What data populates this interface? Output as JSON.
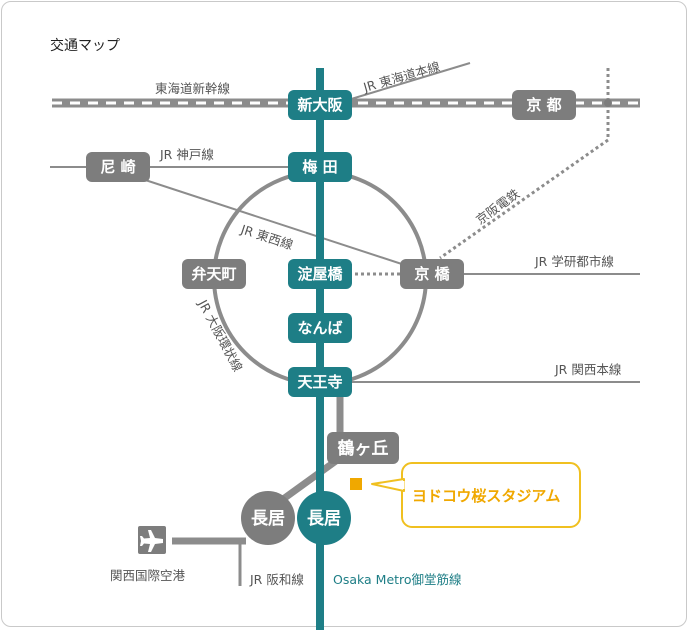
{
  "title": "交通マップ",
  "lines": {
    "tokaido_shinkansen": "東海道新幹線",
    "jr_tokaido": "JR 東海道本線",
    "jr_kobe": "JR 神戸線",
    "jr_tozai": "JR 東西線",
    "keihan": "京阪電鉄",
    "jr_gakkentoshi": "JR 学研都市線",
    "jr_osaka_loop": "JR 大阪環状線",
    "jr_kansai": "JR 関西本線",
    "jr_hanwa": "JR 阪和線",
    "metro_midosuji": "Osaka Metro御堂筋線"
  },
  "stations": {
    "shin_osaka": "新大阪",
    "kyoto": "京 都",
    "amagasaki": "尼 崎",
    "umeda": "梅 田",
    "bentencho": "弁天町",
    "yodoyabashi": "淀屋橋",
    "kyobashi": "京 橋",
    "namba": "なんば",
    "tennoji": "天王寺",
    "tsurugaoka": "鶴ヶ丘",
    "nagai_jr": "長居",
    "nagai_metro": "長居"
  },
  "airport": "関西国際空港",
  "destination": "ヨドコウ桜スタジアム",
  "colors": {
    "metro": "#1e7e86",
    "jr": "#8c8c8c",
    "station_gray": "#7d7d7d",
    "destination": "#f0a800",
    "shinkansen": "#8c8c8c"
  },
  "icons": {
    "airport": "airplane-icon",
    "destination_marker": "square-marker-icon"
  }
}
